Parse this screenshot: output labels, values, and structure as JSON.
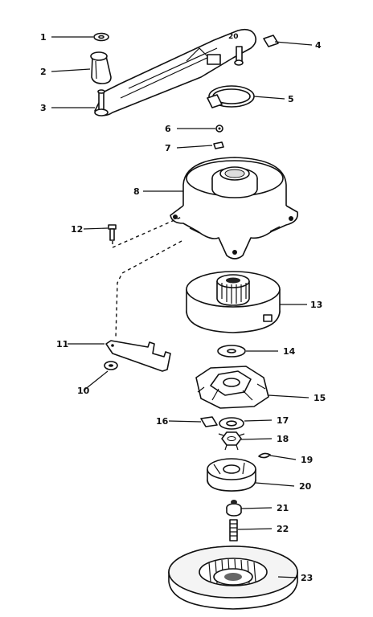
{
  "diagram": {
    "labels": [
      {
        "id": "1",
        "text": "1"
      },
      {
        "id": "2",
        "text": "2"
      },
      {
        "id": "3",
        "text": "3"
      },
      {
        "id": "4",
        "text": "4"
      },
      {
        "id": "5",
        "text": "5"
      },
      {
        "id": "6",
        "text": "6"
      },
      {
        "id": "7",
        "text": "7"
      },
      {
        "id": "8",
        "text": "8"
      },
      {
        "id": "10",
        "text": "10"
      },
      {
        "id": "11",
        "text": "11"
      },
      {
        "id": "12",
        "text": "12"
      },
      {
        "id": "13",
        "text": "13"
      },
      {
        "id": "14",
        "text": "14"
      },
      {
        "id": "15",
        "text": "15"
      },
      {
        "id": "16",
        "text": "16"
      },
      {
        "id": "17",
        "text": "17"
      },
      {
        "id": "18",
        "text": "18"
      },
      {
        "id": "19",
        "text": "19"
      },
      {
        "id": "20",
        "text": "20"
      },
      {
        "id": "21",
        "text": "21"
      },
      {
        "id": "22",
        "text": "22"
      },
      {
        "id": "23",
        "text": "23"
      }
    ]
  }
}
